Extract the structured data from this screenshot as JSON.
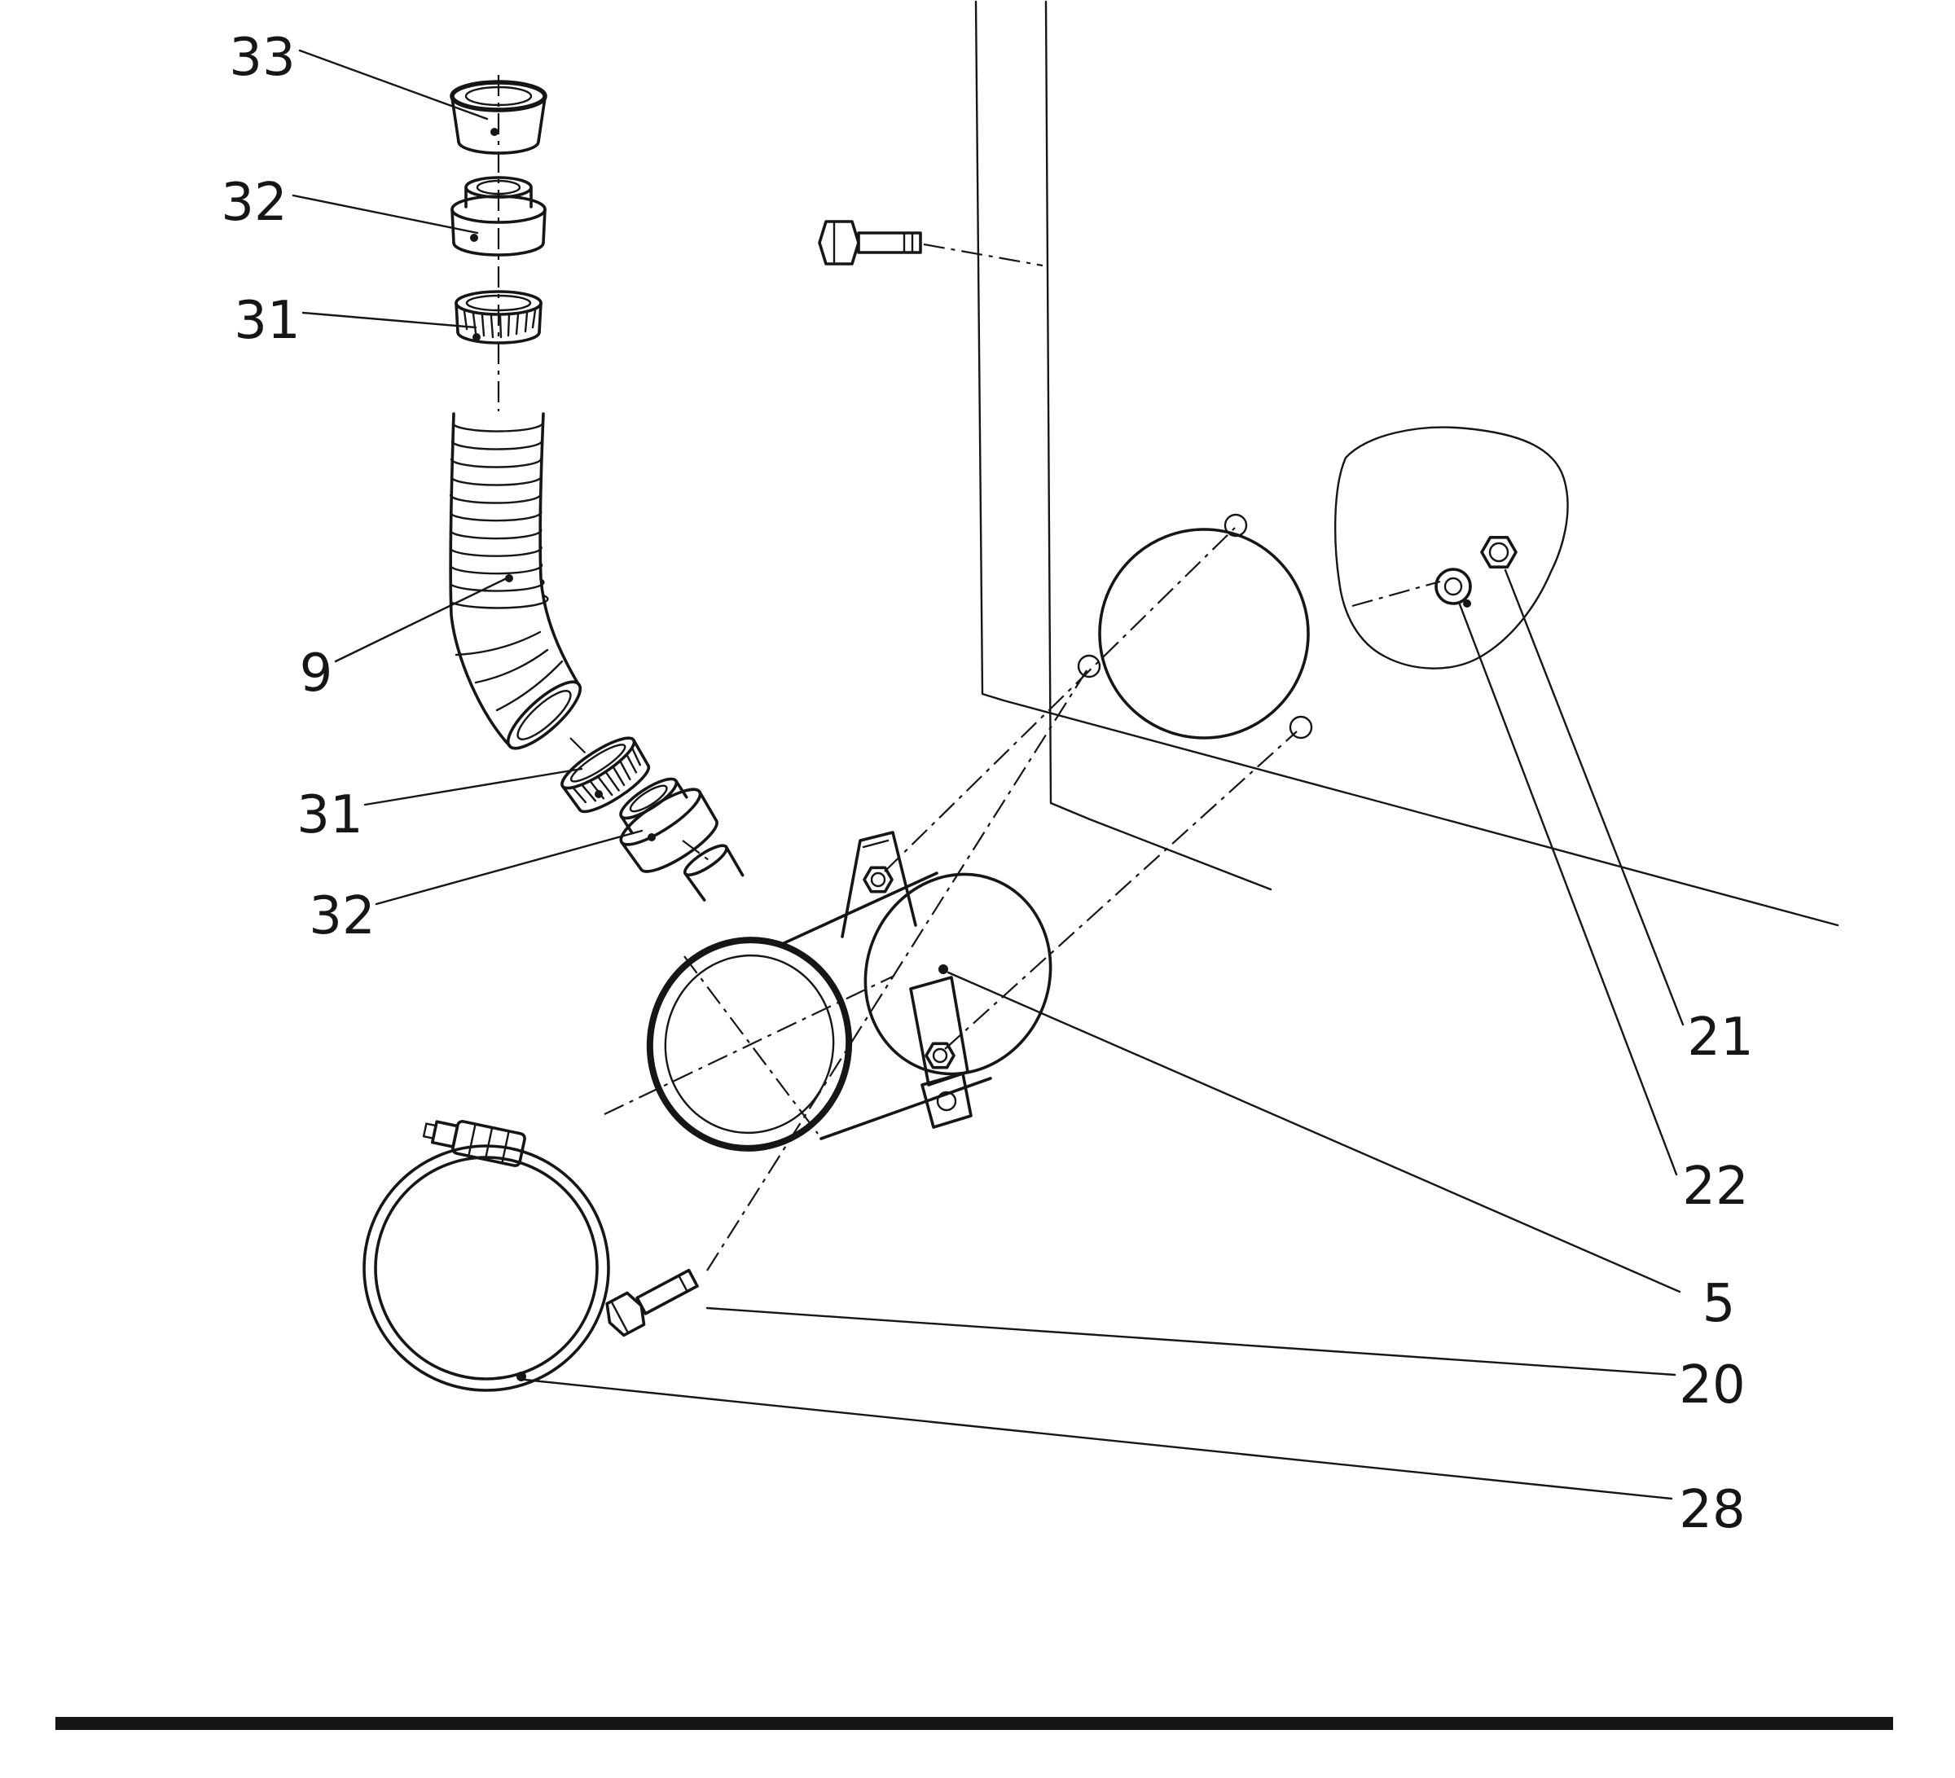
{
  "diagram": {
    "background_color": "#ffffff",
    "ink_color": "#161616",
    "callouts": [
      {
        "id": "callout-33",
        "label": "33"
      },
      {
        "id": "callout-32-upper",
        "label": "32"
      },
      {
        "id": "callout-31-upper",
        "label": "31"
      },
      {
        "id": "callout-9",
        "label": "9"
      },
      {
        "id": "callout-31-lower",
        "label": "31"
      },
      {
        "id": "callout-32-lower",
        "label": "32"
      },
      {
        "id": "callout-21",
        "label": "21"
      },
      {
        "id": "callout-22",
        "label": "22"
      },
      {
        "id": "callout-5",
        "label": "5"
      },
      {
        "id": "callout-20",
        "label": "20"
      },
      {
        "id": "callout-28",
        "label": "28"
      }
    ]
  }
}
